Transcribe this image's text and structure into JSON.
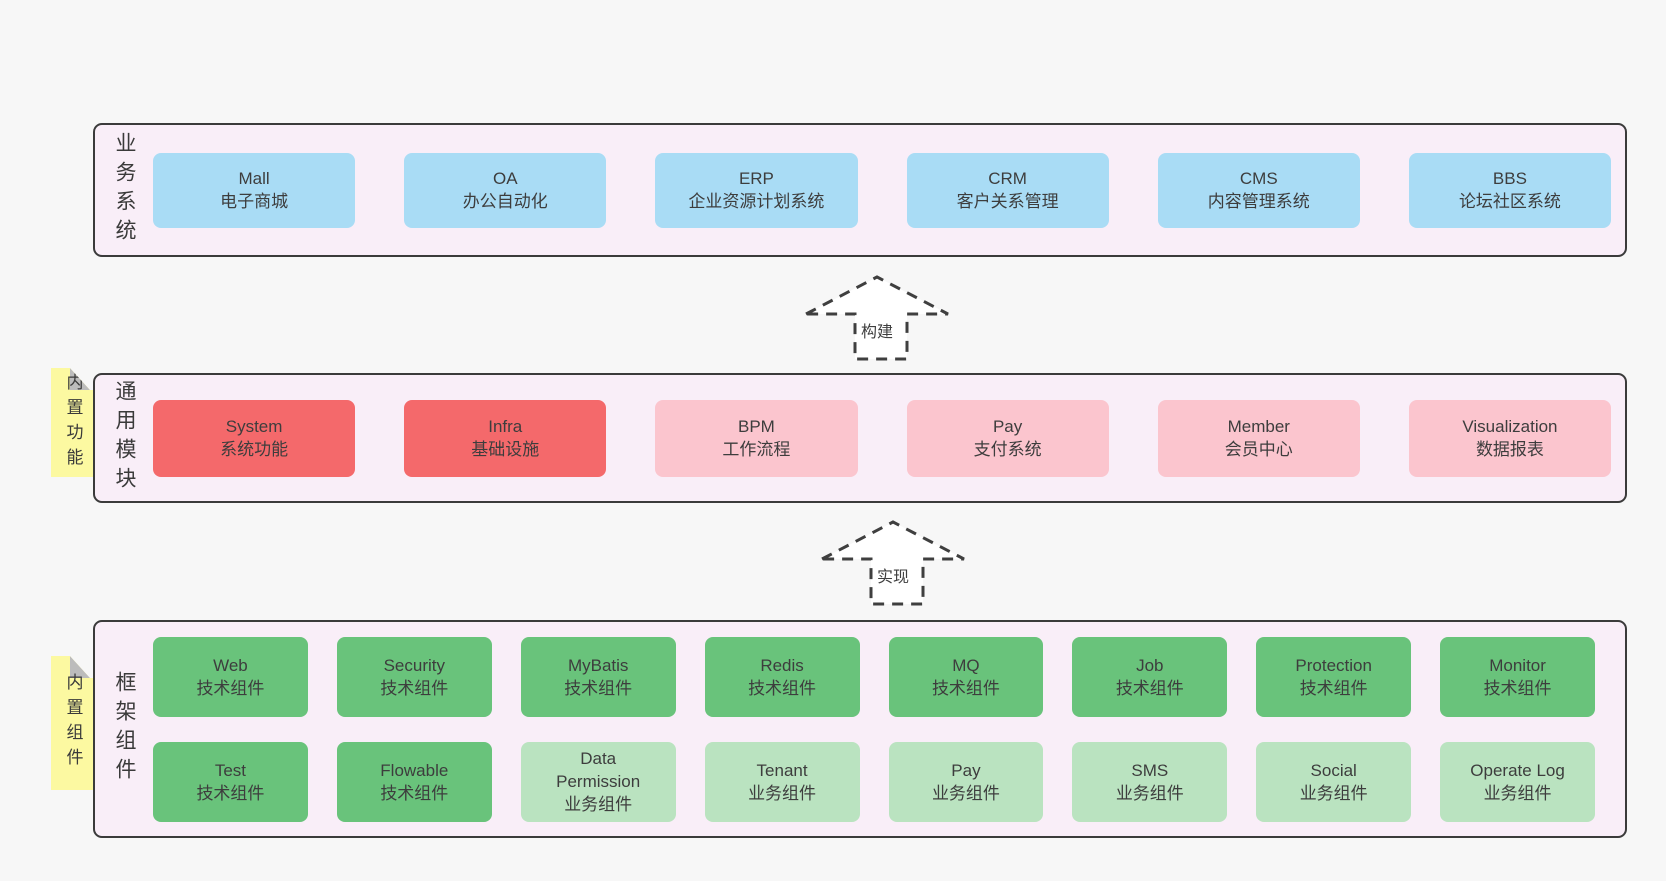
{
  "colors": {
    "page_bg": "#f7f7f7",
    "panel_bg": "#f9eef8",
    "panel_border": "#3b3b3b",
    "business_box_blue": "#a9dcf5",
    "module_box_red": "#f4696b",
    "module_box_pink": "#fbc5ce",
    "component_box_green": "#69c37b",
    "component_box_green_light": "#bae3c0",
    "sticky_note_yellow": "#fcf9a1",
    "sticky_note_fold_gray": "#bcbcbc",
    "text": "#3d3d3d"
  },
  "arrows": {
    "build": {
      "label": "构建"
    },
    "implement": {
      "label": "实现"
    }
  },
  "layers": {
    "business": {
      "label": "业务系统",
      "boxes": [
        {
          "name": "Mall",
          "desc": "电子商城"
        },
        {
          "name": "OA",
          "desc": "办公自动化"
        },
        {
          "name": "ERP",
          "desc": "企业资源计划系统"
        },
        {
          "name": "CRM",
          "desc": "客户关系管理"
        },
        {
          "name": "CMS",
          "desc": "内容管理系统"
        },
        {
          "name": "BBS",
          "desc": "论坛社区系统"
        }
      ]
    },
    "modules": {
      "label": "通用模块",
      "note": "内置功能",
      "boxes": [
        {
          "name": "System",
          "desc": "系统功能"
        },
        {
          "name": "Infra",
          "desc": "基础设施"
        },
        {
          "name": "BPM",
          "desc": "工作流程"
        },
        {
          "name": "Pay",
          "desc": "支付系统"
        },
        {
          "name": "Member",
          "desc": "会员中心"
        },
        {
          "name": "Visualization",
          "desc": "数据报表"
        }
      ]
    },
    "components": {
      "label": "框架组件",
      "note": "内置组件",
      "row1": [
        {
          "name": "Web",
          "desc": "技术组件"
        },
        {
          "name": "Security",
          "desc": "技术组件"
        },
        {
          "name": "MyBatis",
          "desc": "技术组件"
        },
        {
          "name": "Redis",
          "desc": "技术组件"
        },
        {
          "name": "MQ",
          "desc": "技术组件"
        },
        {
          "name": "Job",
          "desc": "技术组件"
        },
        {
          "name": "Protection",
          "desc": "技术组件"
        },
        {
          "name": "Monitor",
          "desc": "技术组件"
        }
      ],
      "row2": [
        {
          "name": "Test",
          "desc": "技术组件"
        },
        {
          "name": "Flowable",
          "desc": "技术组件"
        },
        {
          "name": "Data Permission",
          "desc": "业务组件"
        },
        {
          "name": "Tenant",
          "desc": "业务组件"
        },
        {
          "name": "Pay",
          "desc": "业务组件"
        },
        {
          "name": "SMS",
          "desc": "业务组件"
        },
        {
          "name": "Social",
          "desc": "业务组件"
        },
        {
          "name": "Operate Log",
          "desc": "业务组件"
        }
      ]
    }
  }
}
